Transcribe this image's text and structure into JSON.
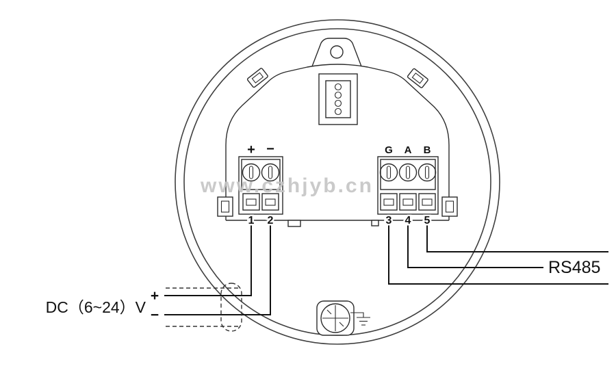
{
  "colors": {
    "line": "#2b2b2b",
    "wire": "#111111",
    "watermark": "#c5c5c5"
  },
  "watermark": "www.czhjyb.cn",
  "terminals": {
    "sign_plus": "+",
    "sign_minus": "−",
    "num_1": "1",
    "num_2": "2",
    "label_g": "G",
    "label_a": "A",
    "label_b": "B",
    "num_3": "3",
    "num_4": "4",
    "num_5": "5"
  },
  "power": {
    "label": "DC（6~24）V",
    "plus": "+",
    "minus": "−"
  },
  "comm": {
    "label": "RS485"
  }
}
